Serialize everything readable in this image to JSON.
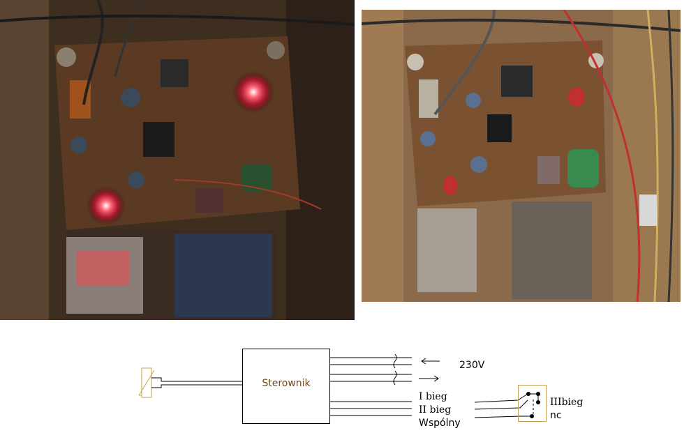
{
  "diagram": {
    "controller_label": "Sterownik",
    "voltage_label": "230V",
    "outputs": [
      {
        "label": "I bieg"
      },
      {
        "label": "II bieg"
      },
      {
        "label": "Wspólny"
      }
    ],
    "switch_labels": {
      "top": "IIIbieg",
      "bottom": "nc"
    },
    "colors": {
      "controller_text": "#6b4a1c",
      "sensor_outline": "#c8a050",
      "switch_outline": "#c8a050"
    },
    "icons": [
      "thermistor-icon",
      "arrow-left-icon",
      "arrow-right-icon",
      "relay-switch-icon"
    ]
  },
  "photos": [
    {
      "name": "pcb-photo-lit",
      "leds": [
        "red",
        "red"
      ]
    },
    {
      "name": "pcb-photo-unlit",
      "leds": [
        "red",
        "red"
      ]
    }
  ]
}
